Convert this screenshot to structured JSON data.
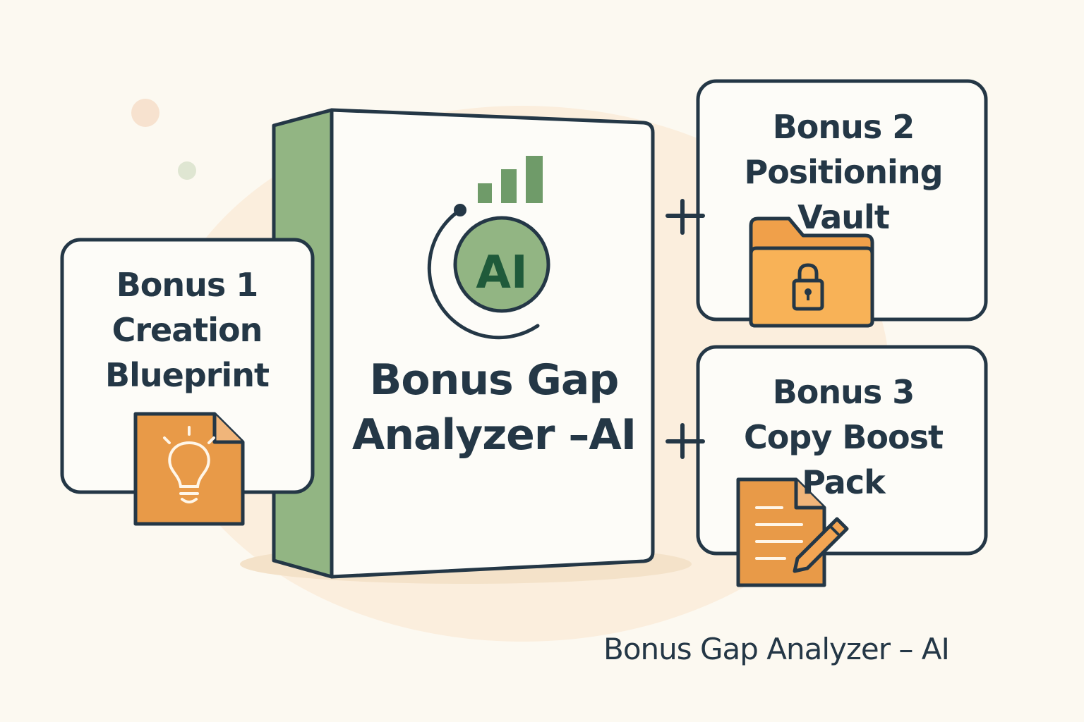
{
  "product": {
    "title_lines": [
      "Bonus Gap",
      "Analyzer –AI"
    ],
    "logo_text": "AI"
  },
  "bonuses": [
    {
      "lines": [
        "Bonus 1",
        "Creation",
        "Blueprint"
      ],
      "icon": "lightbulb-document-icon"
    },
    {
      "lines": [
        "Bonus 2",
        "Positioning",
        "Vault"
      ],
      "icon": "locked-folder-icon"
    },
    {
      "lines": [
        "Bonus 3",
        "Copy Boost",
        "Pack"
      ],
      "icon": "document-pencil-icon"
    }
  ],
  "footer": {
    "caption": "Bonus Gap Analyzer – AI"
  },
  "colors": {
    "background": "#fcf9f1",
    "outline": "#243746",
    "box_side_green": "#92b583",
    "logo_green": "#6f9b69",
    "orange": "#e89a48",
    "folder_orange": "#f8b257"
  }
}
